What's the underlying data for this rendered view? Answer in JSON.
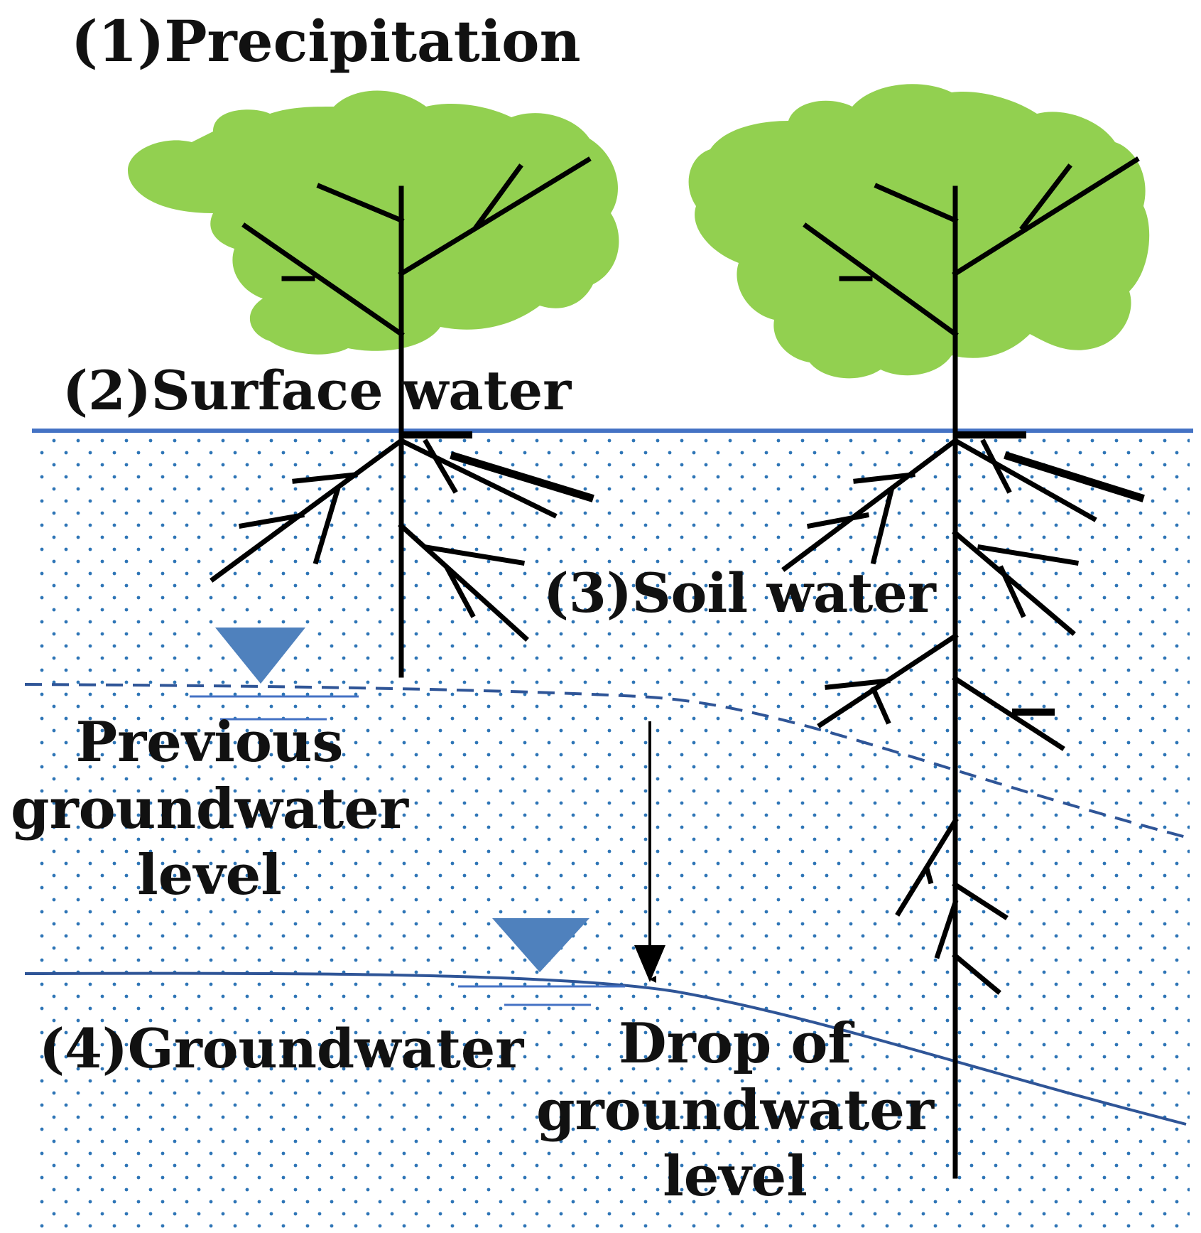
{
  "labels": {
    "precipitation": "(1)Precipitation",
    "surface_water": "(2)Surface water",
    "soil_water": "(3)Soil water",
    "groundwater": "(4)Groundwater",
    "previous_level": [
      "Previous",
      "groundwater",
      "level"
    ],
    "drop_level": [
      "Drop of",
      "groundwater",
      "level"
    ]
  },
  "colors": {
    "canopy": "#92D050",
    "water_line": "#4472C4",
    "water_marker": "#4F81BD",
    "dots": "#2E75B6",
    "branches": "#000000"
  }
}
